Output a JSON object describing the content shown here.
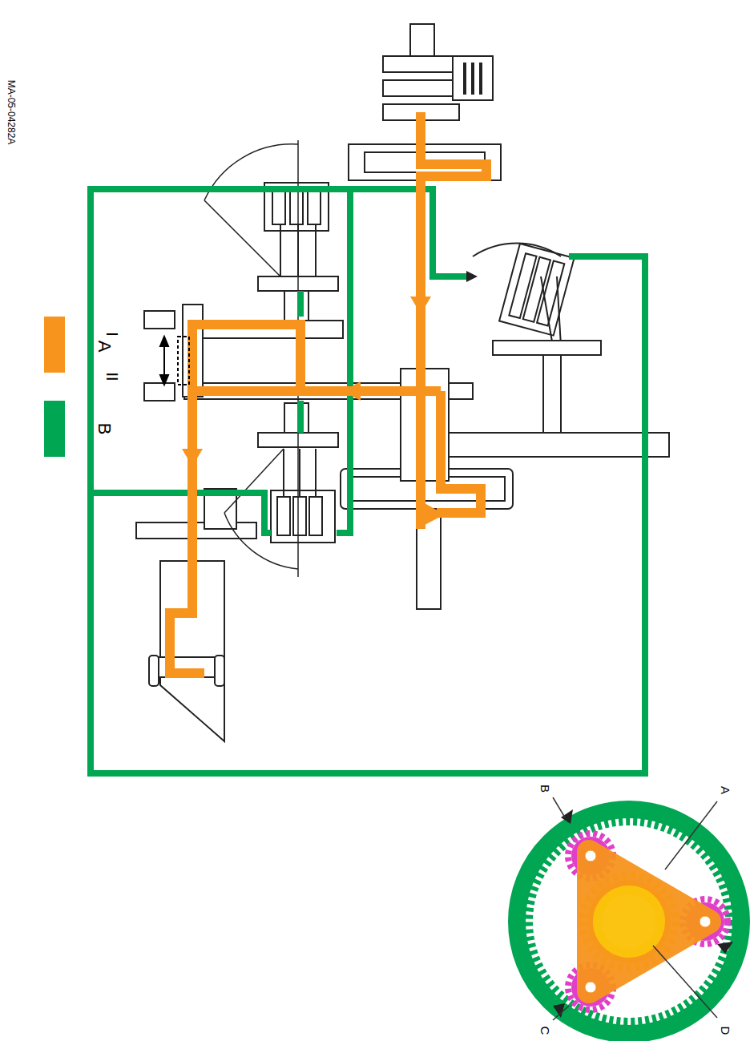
{
  "diagram": {
    "labels": [
      "MA-05-04282A",
      "I",
      "II",
      "A",
      "B",
      "C",
      "D"
    ],
    "legend": [
      {
        "text": "A",
        "color": "#f7941d"
      },
      {
        "text": "B",
        "color": "#00a651"
      }
    ]
  }
}
